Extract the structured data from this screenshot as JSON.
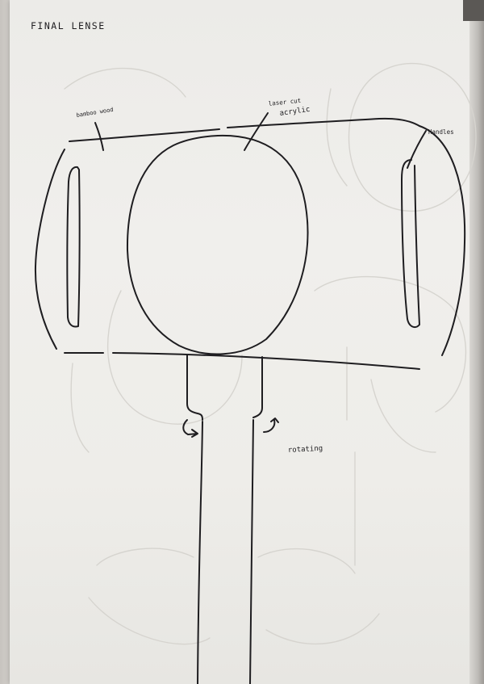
{
  "page_title": "FINAL LENSE",
  "labels": {
    "bamboo": "bamboo wood",
    "acrylic_line1": "laser cut",
    "acrylic_line2": "acrylic",
    "handles": "Handles",
    "rotating": "rotating"
  },
  "colors": {
    "ink": "#1e1d20",
    "paper": "#eeede9",
    "ghost_pencil": "#d6d4cf",
    "background": "#c7c3bf"
  }
}
